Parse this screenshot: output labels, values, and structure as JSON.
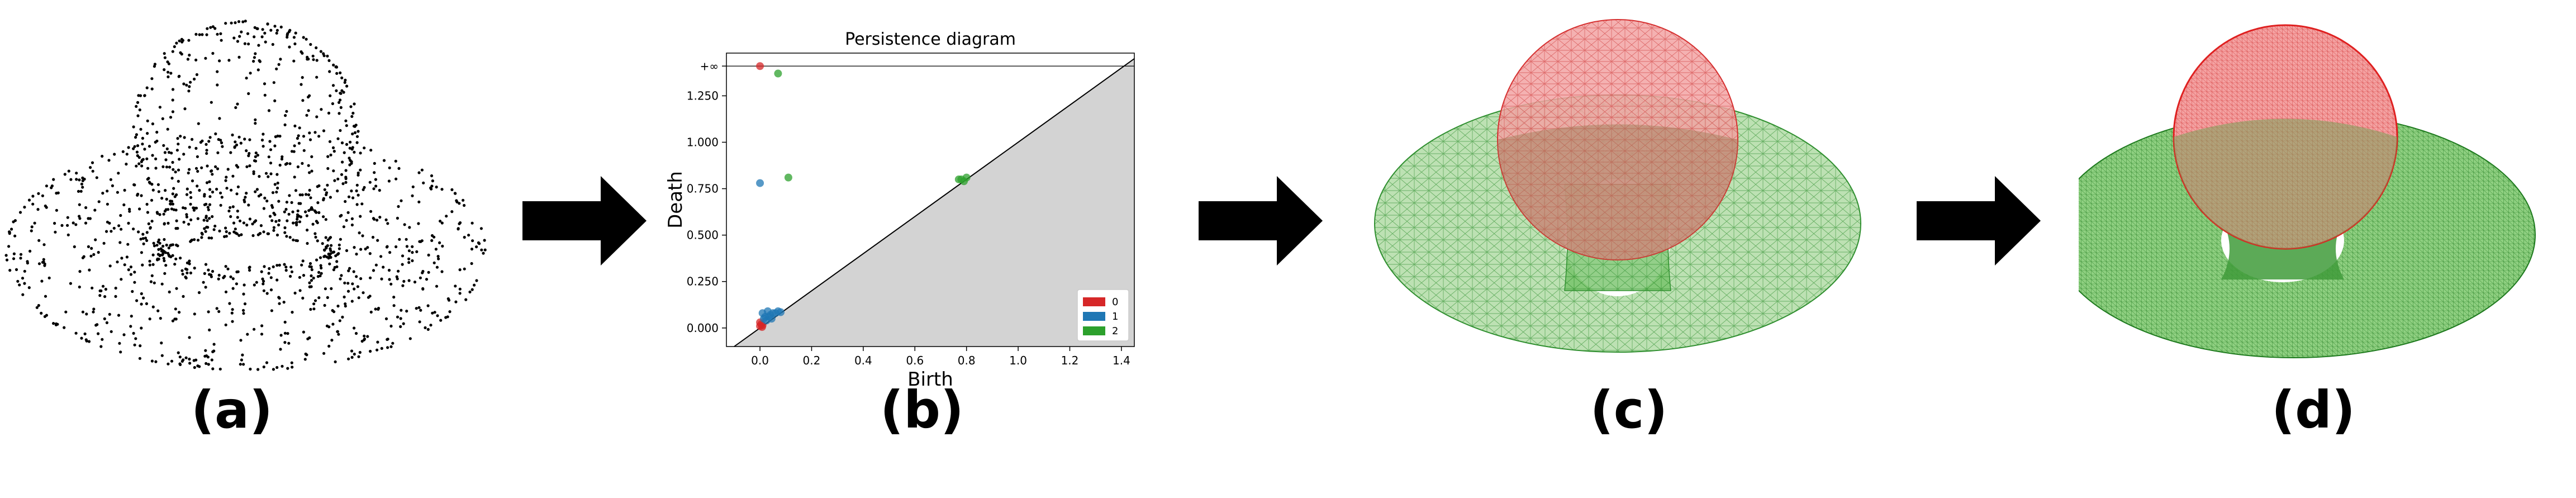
{
  "figure": {
    "panel_labels": [
      "(a)",
      "(b)",
      "(c)",
      "(d)"
    ]
  },
  "colors": {
    "arrow": "#000000",
    "points": "#000000",
    "sphere_fill": "#f2a3a3",
    "sphere_edge": "#d63030",
    "torus_fill": "#a7d79a",
    "torus_edge": "#2f8f2f"
  },
  "chart_data": {
    "type": "scatter",
    "title": "Persistence diagram",
    "xlabel": "Birth",
    "ylabel": "Death",
    "xlim": [
      -0.13,
      1.45
    ],
    "ylim": [
      -0.1,
      1.48
    ],
    "x_ticks": [
      "0.0",
      "0.2",
      "0.4",
      "0.6",
      "0.8",
      "1.0",
      "1.2",
      "1.4"
    ],
    "y_ticks": [
      "0.000",
      "0.250",
      "0.500",
      "0.750",
      "1.000",
      "1.250",
      "+∞"
    ],
    "infinity_line_y": 1.41,
    "legend": {
      "entries": [
        "0",
        "1",
        "2"
      ],
      "placement": "bottom-right"
    },
    "series": [
      {
        "name": "0",
        "color": "#d62728",
        "points": [
          [
            0.0,
            1.41
          ],
          [
            0.0,
            0.01
          ],
          [
            0.005,
            0.02
          ],
          [
            0.01,
            0.015
          ],
          [
            0.0,
            0.03
          ],
          [
            0.008,
            0.005
          ]
        ]
      },
      {
        "name": "1",
        "color": "#1f77b4",
        "points": [
          [
            0.0,
            0.78
          ],
          [
            0.01,
            0.08
          ],
          [
            0.02,
            0.06
          ],
          [
            0.03,
            0.09
          ],
          [
            0.04,
            0.07
          ],
          [
            0.05,
            0.08
          ],
          [
            0.06,
            0.08
          ],
          [
            0.07,
            0.09
          ],
          [
            0.08,
            0.085
          ],
          [
            0.015,
            0.05
          ],
          [
            0.025,
            0.04
          ],
          [
            0.035,
            0.06
          ],
          [
            0.045,
            0.05
          ]
        ]
      },
      {
        "name": "2",
        "color": "#2ca02c",
        "points": [
          [
            0.07,
            1.37
          ],
          [
            0.11,
            0.81
          ],
          [
            0.77,
            0.8
          ],
          [
            0.78,
            0.8
          ],
          [
            0.8,
            0.81
          ],
          [
            0.79,
            0.79
          ]
        ]
      }
    ]
  }
}
